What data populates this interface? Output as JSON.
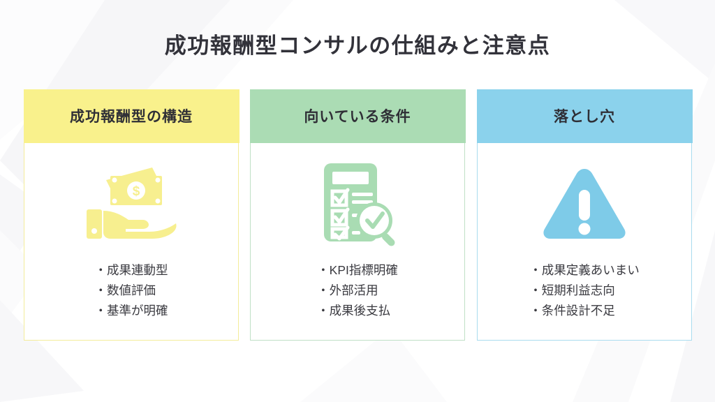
{
  "page": {
    "title": "成功報酬型コンサルの仕組みと注意点",
    "background_color": "#ffffff",
    "title_color": "#32323a"
  },
  "cards": [
    {
      "id": "structure",
      "header": "成功報酬型の構造",
      "header_color": "#f9f18c",
      "border_color": "#f3ec9a",
      "icon_name": "hand-holding-money-icon",
      "icon_color": "#f7ef8f",
      "bullets": [
        "・成果連動型",
        "・数値評価",
        "・基準が明確"
      ]
    },
    {
      "id": "suitable-conditions",
      "header": "向いている条件",
      "header_color": "#abdcb4",
      "border_color": "#bfe0c6",
      "icon_name": "checklist-magnifier-icon",
      "icon_color": "#a9dcb3",
      "bullets": [
        "・KPI指標明確",
        "・外部活用",
        "・成果後支払"
      ]
    },
    {
      "id": "pitfalls",
      "header": "落とし穴",
      "header_color": "#8bd2ec",
      "border_color": "#a9dcef",
      "icon_name": "warning-triangle-icon",
      "icon_color": "#7ecbe8",
      "bullets": [
        "・成果定義あいまい",
        "・短期利益志向",
        "・条件設計不足"
      ]
    }
  ]
}
